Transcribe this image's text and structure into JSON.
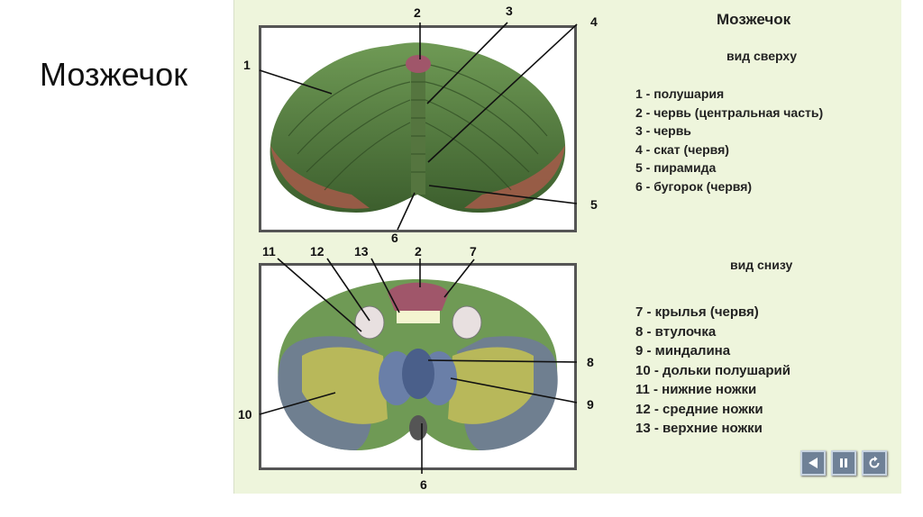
{
  "slide": {
    "title": "Мозжечок"
  },
  "panel": {
    "heading": "Мозжечок",
    "top_view_label": "вид сверху",
    "bottom_view_label": "вид снизу",
    "legend_top": [
      "1 - полушария",
      "2 - червь (центральная часть)",
      "3 - червь",
      "4 - скат (червя)",
      "5 - пирамида",
      "6 - бугорок (червя)"
    ],
    "legend_bottom": [
      "7 - крылья (червя)",
      "8 - втулочка",
      "9 - миндалина",
      "10 - дольки полушарий",
      "11 - нижние ножки",
      "12 - средние ножки",
      "13 - верхние ножки"
    ],
    "callouts_top": [
      "1",
      "2",
      "3",
      "4",
      "5",
      "6"
    ],
    "callouts_bottom": [
      "11",
      "12",
      "13",
      "2",
      "7",
      "8",
      "9",
      "10",
      "6"
    ]
  },
  "controls": {
    "prev_icon": "triangle-left-icon",
    "pause_icon": "pause-icon",
    "replay_icon": "replay-icon"
  },
  "colors": {
    "panel_bg": "#eef5dc",
    "hemisphere_green": "#4f7a3a",
    "hemisphere_red": "#a65a4a",
    "lobe_yellow": "#b8b85a",
    "vermis_blue": "#5a6f9a",
    "nav_button": "#6f8197"
  }
}
